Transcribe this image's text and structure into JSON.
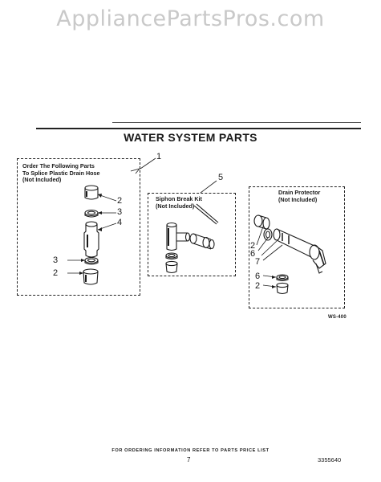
{
  "watermark": "AppliancePartsPros.com",
  "section_title": "WATER SYSTEM PARTS",
  "kits": {
    "splice": {
      "label_line1": "Order The Following Parts",
      "label_line2": "To Splice Plastic Drain Hose",
      "label_line3": "(Not Included)",
      "callout": "1"
    },
    "siphon": {
      "label_line1": "Siphon Break Kit",
      "label_line2": "(Not Included)",
      "callout": "5"
    },
    "drain": {
      "label_line1": "Drain Protector",
      "label_line2": "(Not Included)"
    }
  },
  "callouts": {
    "splice_cap": "2",
    "splice_ring_top": "3",
    "splice_connector": "4",
    "splice_ring_bottom": "3",
    "splice_cap_bottom": "2",
    "drain_cap": "2",
    "drain_ring": "6",
    "drain_body": "7",
    "drain_ring_bottom": "6",
    "drain_cap_bottom": "2"
  },
  "figure_code": "WS-400",
  "footer": {
    "ordering_note": "FOR ORDERING INFORMATION REFER TO PARTS PRICE LIST",
    "page_number": "7",
    "document_number": "3355640"
  }
}
